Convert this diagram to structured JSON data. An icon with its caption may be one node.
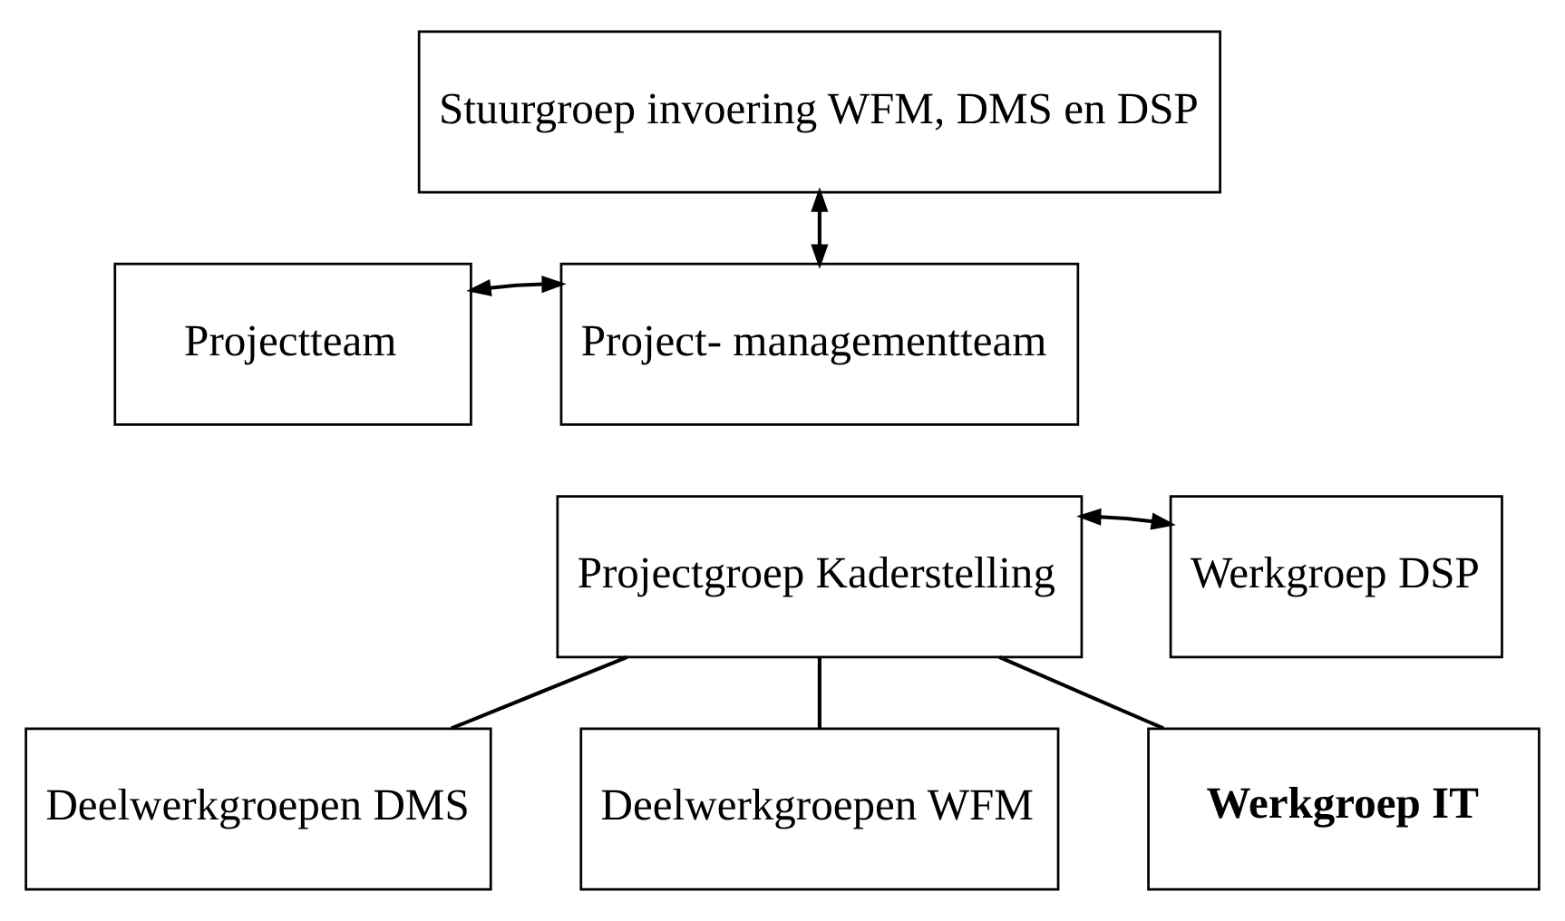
{
  "diagram": {
    "nodes": [
      {
        "text": [
          "Stuurgroep invoering WFM, DMS en DSP"
        ]
      },
      {
        "text": [
          "Projectteam"
        ]
      },
      {
        "text": [
          "Project- managementteam"
        ]
      },
      {
        "text": [
          "Projectgroep Kaderstelling"
        ]
      },
      {
        "text": [
          "Werkgroep DSP"
        ]
      },
      {
        "text": [
          "Deelwerkgroepen DMS"
        ]
      },
      {
        "text": [
          "Deelwerkgroepen WFM"
        ]
      },
      {
        "text": [
          "Werkgroep IT"
        ]
      }
    ],
    "edges": [
      {
        "from": 0,
        "to": 2,
        "arrow": "both"
      },
      {
        "from": 1,
        "to": 2,
        "arrow": "both"
      },
      {
        "from": 3,
        "to": 4,
        "arrow": "both"
      },
      {
        "from": 3,
        "to": 5,
        "arrow": "none"
      },
      {
        "from": 3,
        "to": 6,
        "arrow": "none"
      },
      {
        "from": 3,
        "to": 7,
        "arrow": "none"
      }
    ]
  }
}
